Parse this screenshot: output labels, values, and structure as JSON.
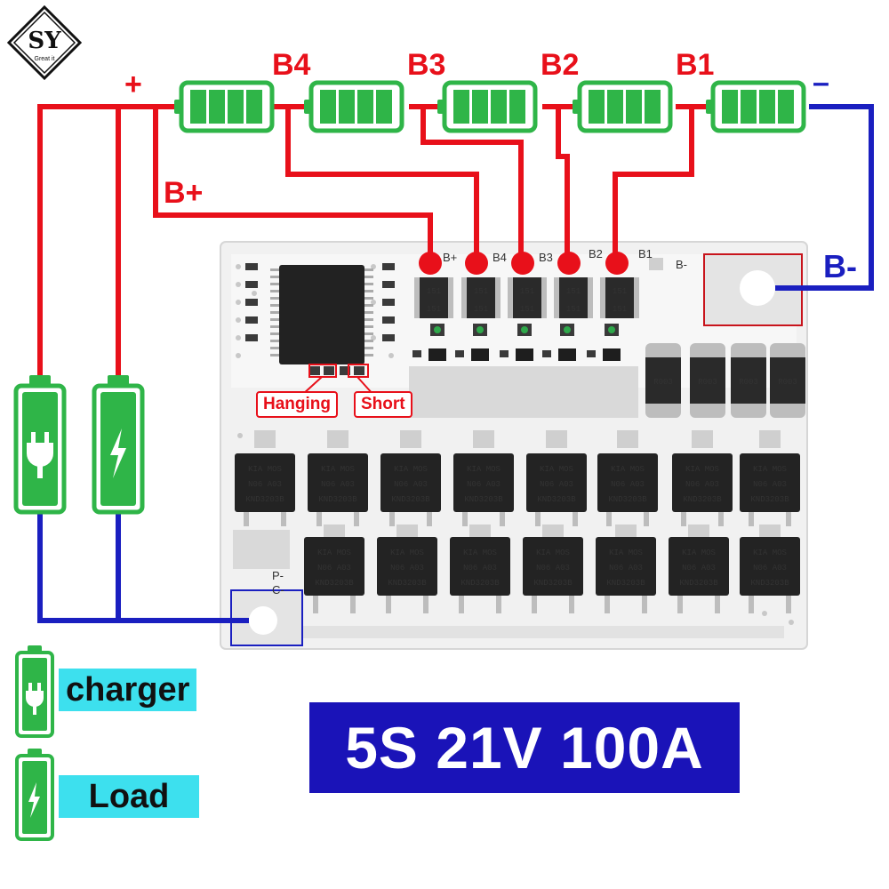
{
  "logo": {
    "text": "SY",
    "tagline": "Great it"
  },
  "pack": {
    "positive_label": "+",
    "negative_label": "–",
    "cell_count": 5,
    "junctions": [
      "B4",
      "B3",
      "B2",
      "B1"
    ],
    "b_plus_label": "B+",
    "b_minus_label": "B-"
  },
  "board": {
    "pads": [
      "B+",
      "B4",
      "B3",
      "B2",
      "B1"
    ],
    "b_minus_pad": "B-",
    "p_minus": "P-",
    "c_minus": "C-",
    "resistor_code": "151",
    "shunt_code": "R003",
    "mosfet_lines": [
      "KIA  MOS",
      "N06  A03",
      "KND3203B"
    ],
    "mosfet_count_per_row": 8,
    "bottom_mosfet_count": 7,
    "tags": {
      "hanging": "Hanging",
      "short": "Short"
    }
  },
  "legend": {
    "charger": "charger",
    "load": "Load"
  },
  "spec": "5S 21V 100A",
  "colors": {
    "positive_wire": "#e8101a",
    "negative_wire": "#1a1fc0",
    "cell_green": "#2fb548",
    "banner_blue": "#1a13b8",
    "legend_cyan": "#3de0ee"
  }
}
